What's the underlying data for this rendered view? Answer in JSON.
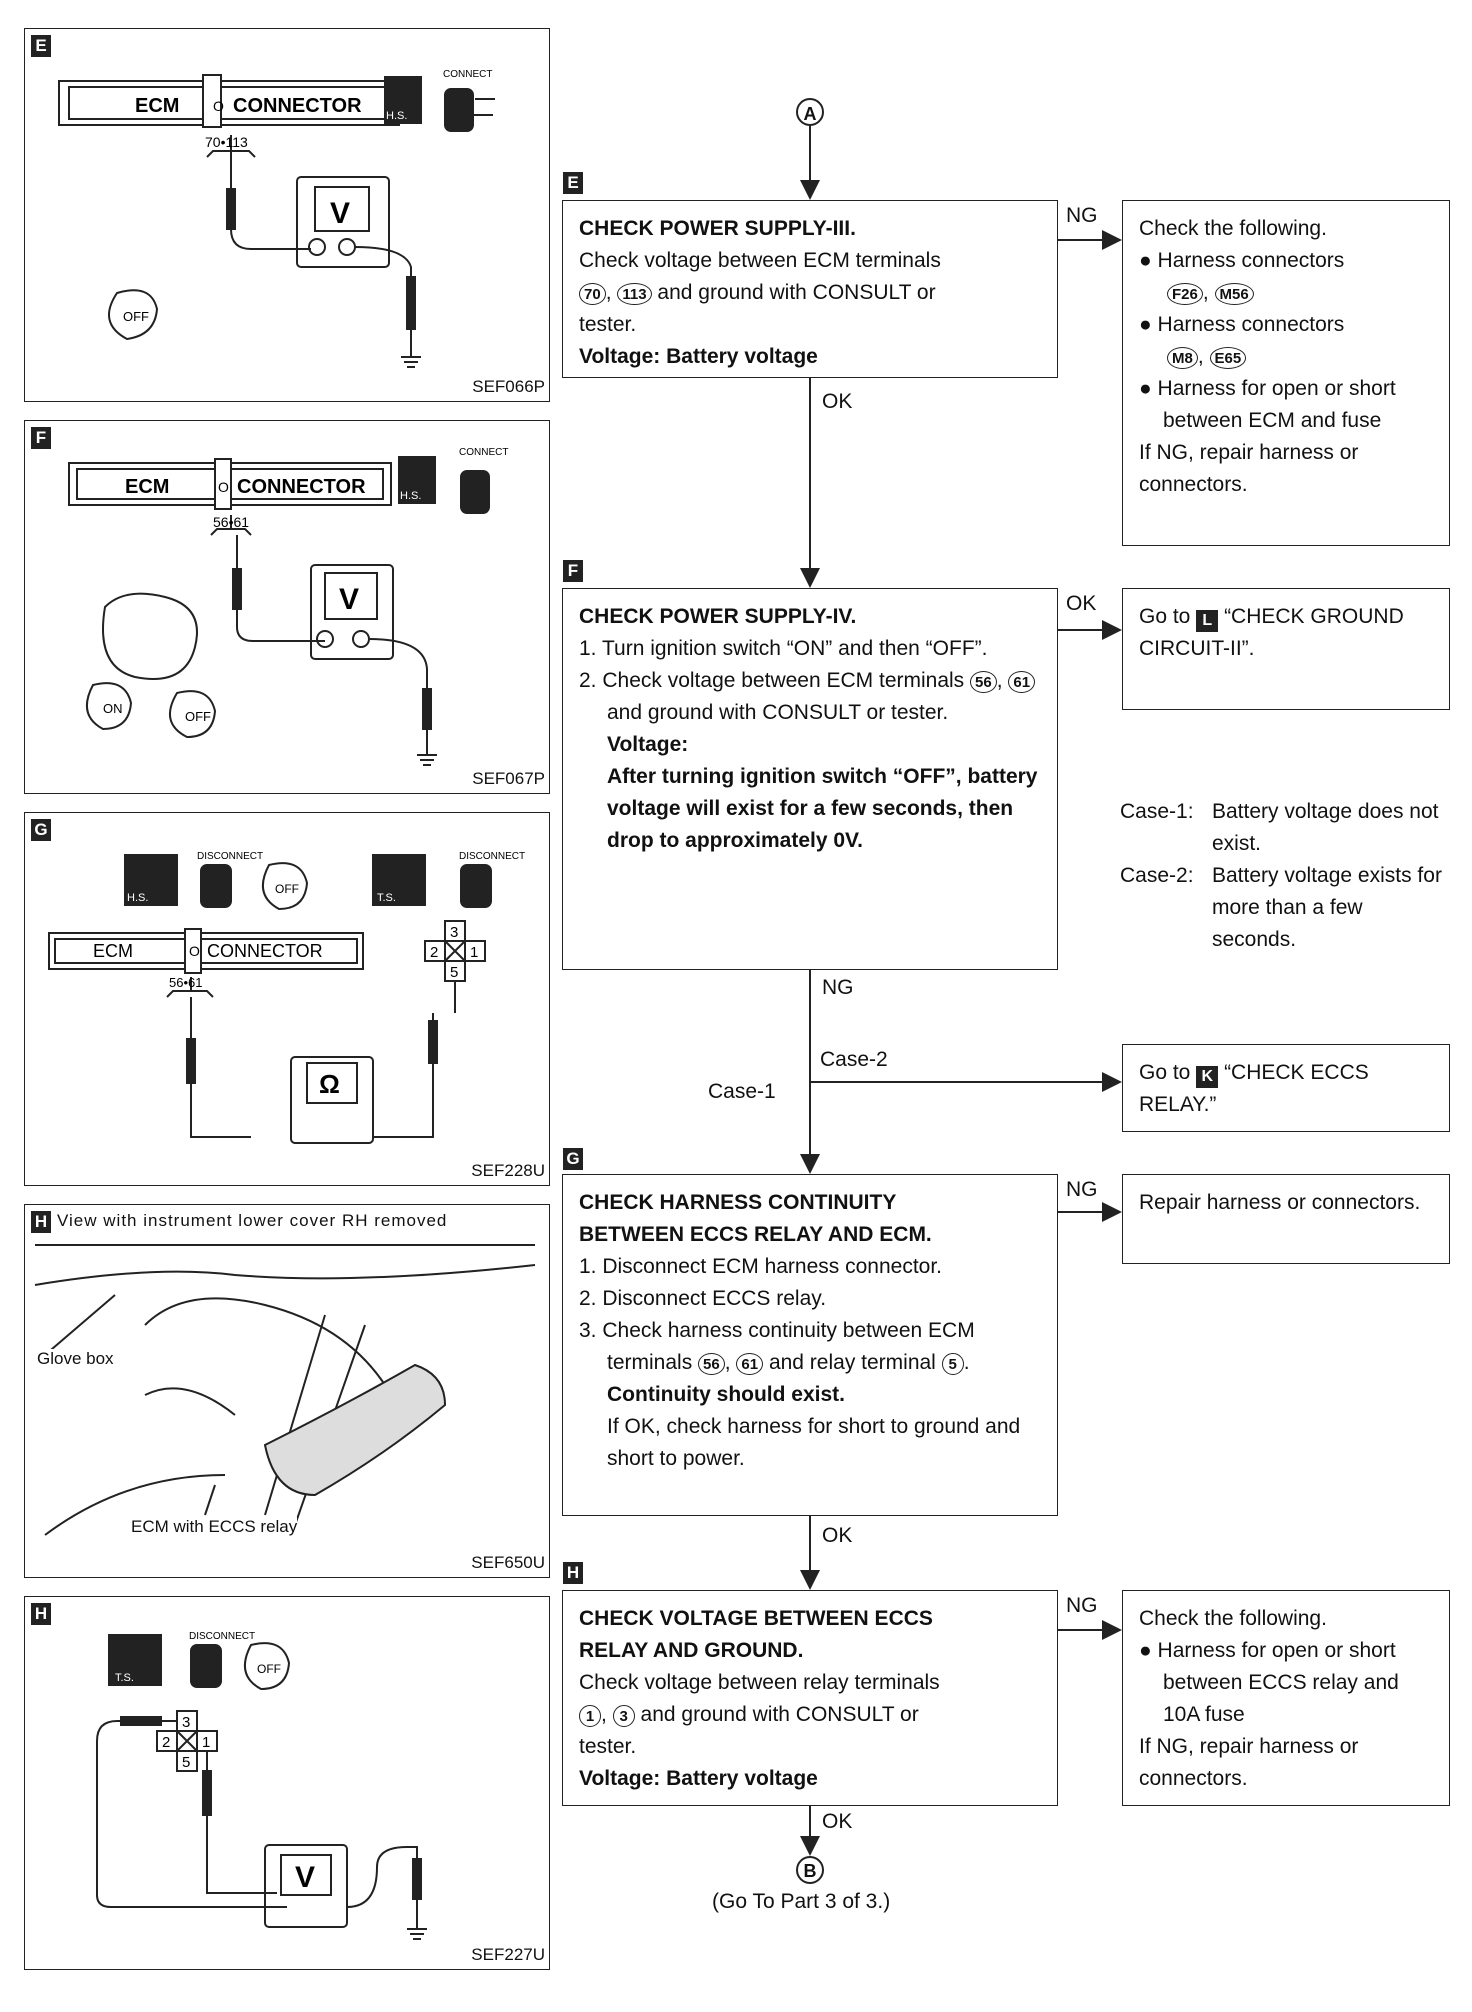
{
  "panels": [
    {
      "letter": "E",
      "ref": "SEF066P",
      "ecm": "ECM",
      "connector": "CONNECTOR",
      "terminals": "70•113",
      "connect": "CONNECT",
      "hs": "H.S.",
      "meter": "V",
      "off": "OFF"
    },
    {
      "letter": "F",
      "ref": "SEF067P",
      "ecm": "ECM",
      "connector": "CONNECTOR",
      "terminals": "56•61",
      "connect": "CONNECT",
      "hs": "H.S.",
      "meter": "V",
      "on": "ON",
      "off": "OFF"
    },
    {
      "letter": "G",
      "ref": "SEF228U",
      "ecm": "ECM",
      "connector": "CONNECTOR",
      "terminals": "56•61",
      "disconnect1": "DISCONNECT",
      "disconnect2": "DISCONNECT",
      "hs": "H.S.",
      "ts": "T.S.",
      "meter": "Ω",
      "off": "OFF",
      "relay_pins": [
        "3",
        "2",
        "1",
        "5"
      ]
    },
    {
      "letter": "H",
      "ref": "SEF650U",
      "title": "View with instrument lower cover RH removed",
      "glove": "Glove box",
      "ecm_relay": "ECM with ECCS relay"
    },
    {
      "letter": "H",
      "ref": "SEF227U",
      "disconnect": "DISCONNECT",
      "ts": "T.S.",
      "meter": "V",
      "off": "OFF",
      "relay_pins": [
        "3",
        "2",
        "1",
        "5"
      ]
    }
  ],
  "flow": {
    "start": "A",
    "end": "B",
    "end_note": "(Go To Part 3 of 3.)",
    "steps": [
      {
        "letter": "E",
        "title": "CHECK POWER SUPPLY-III.",
        "line1": "Check voltage between ECM terminals",
        "t1": "70",
        "t2": "113",
        "line2": "and ground with CONSULT or",
        "line3": "tester.",
        "result": "Voltage: Battery voltage"
      },
      {
        "letter": "F",
        "title": "CHECK POWER SUPPLY-IV.",
        "i1": "1. Turn ignition switch “ON” and then “OFF”.",
        "i2a": "2. Check voltage between ECM terminals",
        "t1": "56",
        "t2": "61",
        "i2b": "and ground with CONSULT or tester.",
        "v_label": "Voltage:",
        "v_text": "After turning ignition switch “OFF”, battery voltage will exist for a few seconds, then drop to approximately 0V."
      },
      {
        "letter": "G",
        "title1": "CHECK HARNESS CONTINUITY",
        "title2": "BETWEEN ECCS RELAY AND ECM.",
        "i1": "1. Disconnect ECM harness connector.",
        "i2": "2. Disconnect ECCS relay.",
        "i3a": "3. Check harness continuity between ECM terminals",
        "t1": "56",
        "t2": "61",
        "i3b": "and relay terminal",
        "t3": "5",
        "result": "Continuity should exist.",
        "note": "If OK, check harness for short to ground and short to power."
      },
      {
        "letter": "H",
        "title1": "CHECK VOLTAGE BETWEEN ECCS",
        "title2": "RELAY AND GROUND.",
        "line1": "Check voltage between relay terminals",
        "t1": "1",
        "t2": "3",
        "line2": "and ground with CONSULT or",
        "line3": "tester.",
        "result": "Voltage: Battery voltage"
      }
    ],
    "side_boxes": [
      {
        "head": "Check the following.",
        "b1": "Harness connectors",
        "c1": "F26",
        "c2": "M56",
        "b2": "Harness connectors",
        "c3": "M8",
        "c4": "E65",
        "b3": "Harness for open or short between ECM and fuse",
        "tail": "If NG, repair harness or connectors."
      },
      {
        "pre": "Go to",
        "letter": "L",
        "text": "“CHECK GROUND CIRCUIT-II”."
      },
      {
        "pre": "Go to",
        "letter": "K",
        "text": "“CHECK ECCS RELAY.”"
      },
      {
        "text": "Repair harness or connectors."
      },
      {
        "head": "Check the following.",
        "b1": "Harness for open or short between ECCS relay and 10A fuse",
        "tail": "If NG, repair harness or connectors."
      }
    ],
    "cases": {
      "c1_label": "Case-1:",
      "c1_text": "Battery voltage does not exist.",
      "c2_label": "Case-2:",
      "c2_text": "Battery voltage exists for more than a few seconds."
    },
    "labels": {
      "ng": "NG",
      "ok": "OK",
      "case1": "Case-1",
      "case2": "Case-2"
    }
  }
}
